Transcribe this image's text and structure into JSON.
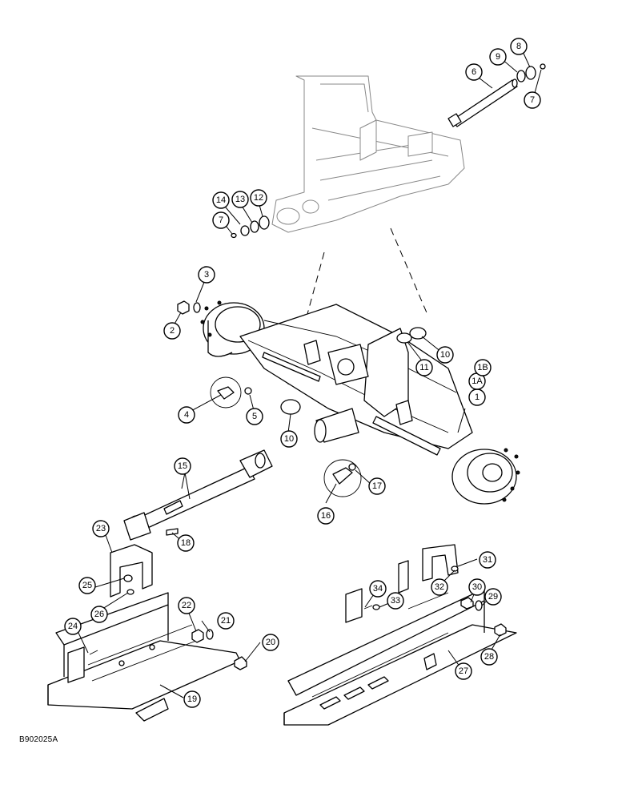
{
  "figure_id": "B902025A",
  "callouts": [
    "1",
    "1A",
    "1B",
    "2",
    "3",
    "4",
    "5",
    "6",
    "7",
    "8",
    "9",
    "10",
    "11",
    "12",
    "13",
    "14",
    "15",
    "16",
    "17",
    "18",
    "19",
    "20",
    "21",
    "22",
    "23",
    "24",
    "25",
    "26",
    "27",
    "28",
    "29",
    "30",
    "31",
    "32",
    "33",
    "34"
  ]
}
